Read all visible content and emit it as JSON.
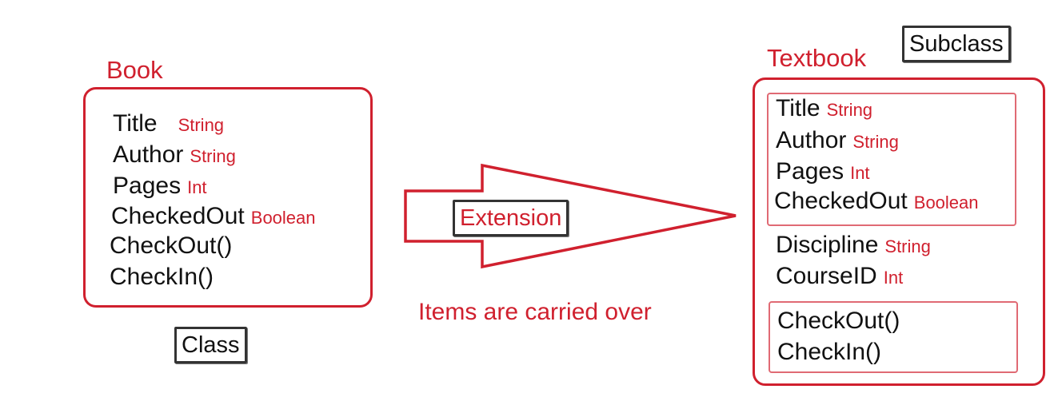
{
  "colors": {
    "accent": "#d0202e",
    "ink": "#111111"
  },
  "class_box": {
    "title": "Book",
    "members": [
      {
        "name": "Title",
        "type": "String"
      },
      {
        "name": "Author",
        "type": "String"
      },
      {
        "name": "Pages",
        "type": "Int"
      },
      {
        "name": "CheckedOut",
        "type": "Boolean"
      },
      {
        "name": "CheckOut()"
      },
      {
        "name": "CheckIn()"
      }
    ],
    "tag": "Class"
  },
  "arrow": {
    "label": "Extension",
    "caption": "Items are carried over"
  },
  "subclass_box": {
    "title": "Textbook",
    "tag": "Subclass",
    "inherited_fields": [
      {
        "name": "Title",
        "type": "String"
      },
      {
        "name": "Author",
        "type": "String"
      },
      {
        "name": "Pages",
        "type": "Int"
      },
      {
        "name": "CheckedOut",
        "type": "Boolean"
      }
    ],
    "new_fields": [
      {
        "name": "Discipline",
        "type": "String"
      },
      {
        "name": "CourseID",
        "type": "Int"
      }
    ],
    "inherited_methods": [
      {
        "name": "CheckOut()"
      },
      {
        "name": "CheckIn()"
      }
    ]
  }
}
